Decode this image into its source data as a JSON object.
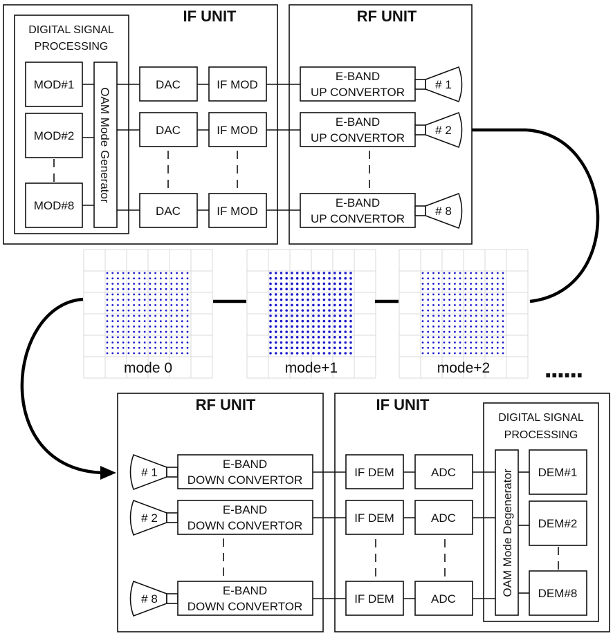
{
  "diagram": {
    "title": "OAM multiplexing E-band transmission system",
    "colors": {
      "line": "#111111",
      "constellation_dot": "#1a1acc",
      "grid": "#d9d9d9"
    },
    "transmitter": {
      "if_unit": {
        "title": "IF UNIT",
        "dsp": {
          "title_line1": "DIGITAL SIGNAL",
          "title_line2": "PROCESSING",
          "modulators": [
            "MOD#1",
            "MOD#2",
            "MOD#8"
          ],
          "mode_block": "OAM Mode Generator"
        },
        "dac_label": "DAC",
        "if_mod_label": "IF MOD"
      },
      "rf_unit": {
        "title": "RF UNIT",
        "converter_line1": "E-BAND",
        "converter_line2": "UP CONVERTOR",
        "antennas": [
          "# 1",
          "# 2",
          "# 8"
        ]
      }
    },
    "constellations": {
      "points_per_side": 16,
      "modes": [
        {
          "label": "mode 0"
        },
        {
          "label": "mode+1"
        },
        {
          "label": "mode+2"
        }
      ],
      "continuation": "......"
    },
    "receiver": {
      "rf_unit": {
        "title": "RF UNIT",
        "converter_line1": "E-BAND",
        "converter_line2": "DOWN CONVERTOR",
        "antennas": [
          "# 1",
          "# 2",
          "# 8"
        ]
      },
      "if_unit": {
        "title": "IF UNIT",
        "if_dem_label": "IF DEM",
        "adc_label": "ADC",
        "dsp": {
          "title_line1": "DIGITAL SIGNAL",
          "title_line2": "PROCESSING",
          "mode_block": "OAM Mode Degenerator",
          "demodulators": [
            "DEM#1",
            "DEM#2",
            "DEM#8"
          ]
        }
      }
    }
  }
}
